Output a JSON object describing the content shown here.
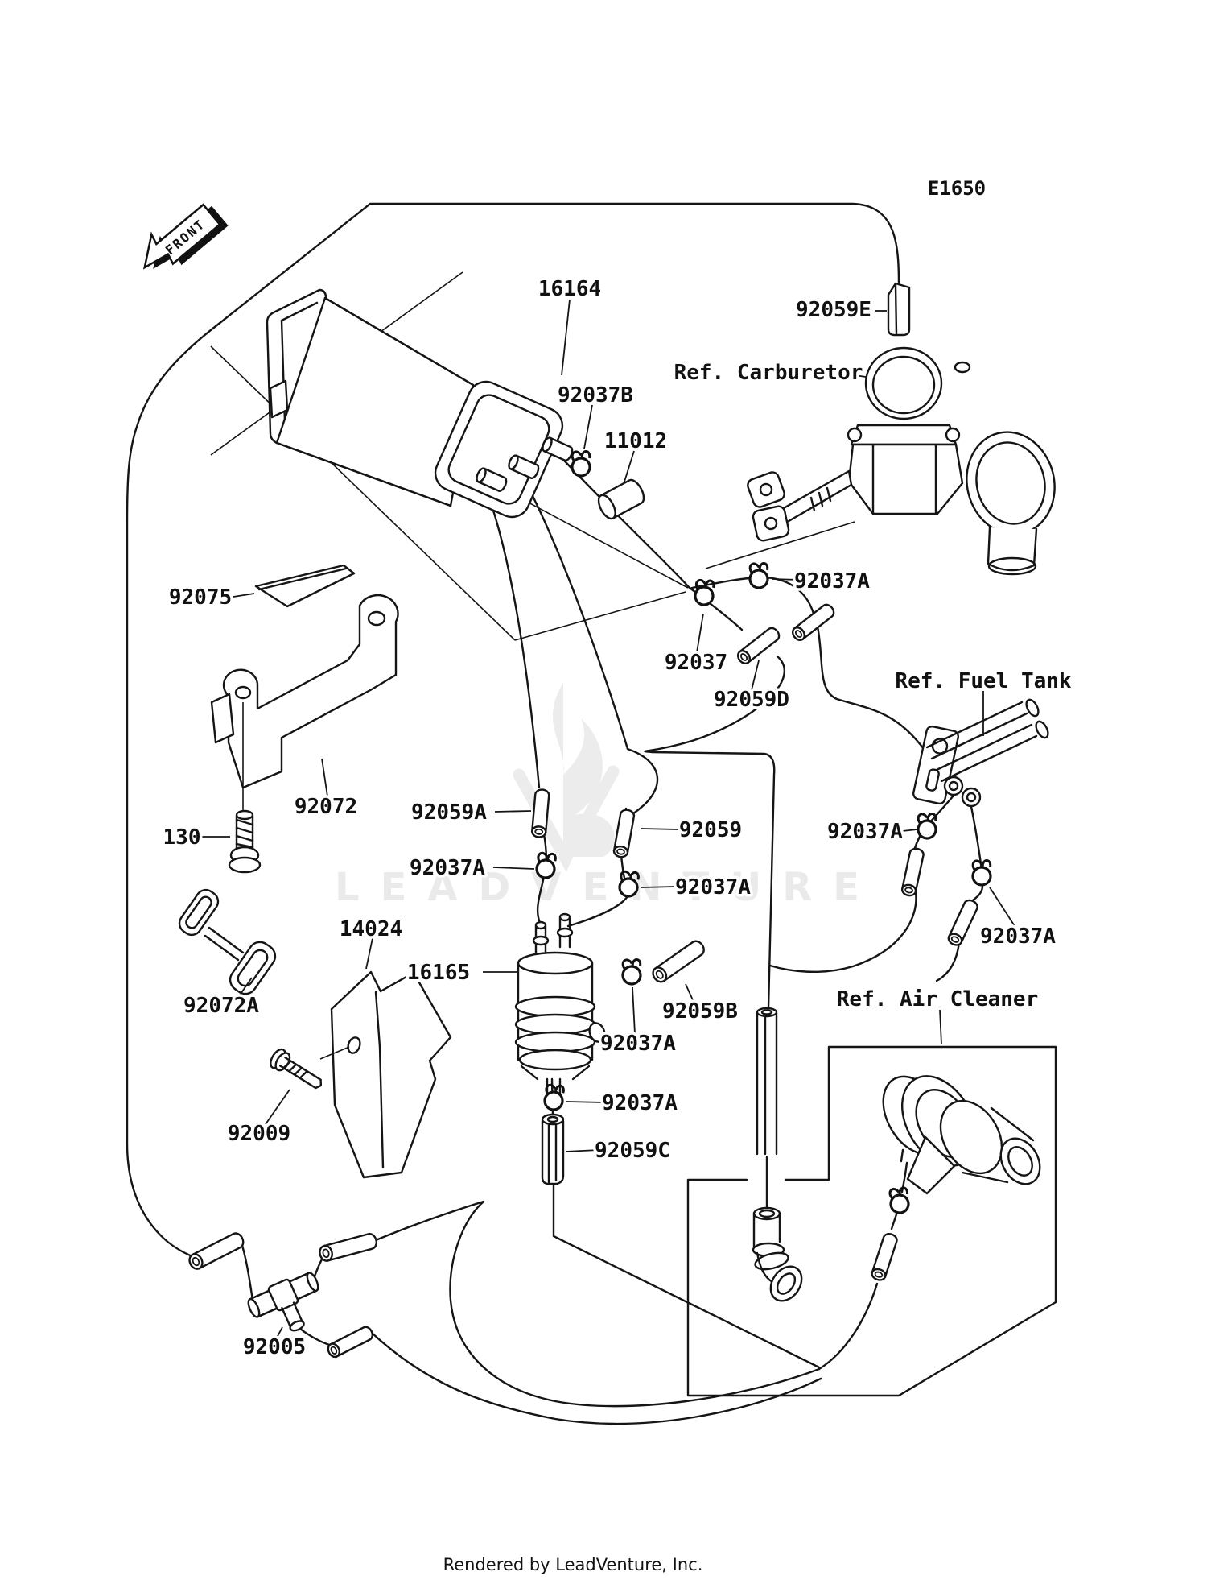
{
  "diagram_code": "E1650",
  "front_marker": "FRONT",
  "watermark": "LEADVENTURE",
  "footer": "Rendered by LeadVenture, Inc.",
  "references": {
    "carburetor": "Ref. Carburetor",
    "fuel_tank": "Ref. Fuel Tank",
    "air_cleaner": "Ref. Air Cleaner"
  },
  "callouts": {
    "c16164": "16164",
    "c92037B": "92037B",
    "c11012": "11012",
    "c92059E": "92059E",
    "c92037A_carb": "92037A",
    "c92037": "92037",
    "c92059D": "92059D",
    "c92075": "92075",
    "c92072": "92072",
    "c130": "130",
    "c92059A": "92059A",
    "c92059": "92059",
    "c92037A_tank_left": "92037A",
    "c92037A_filter_left": "92037A",
    "c92037A_filter_right": "92037A",
    "c92037A_tank_right": "92037A",
    "c14024": "14024",
    "c16165": "16165",
    "c92072A": "92072A",
    "c92059B": "92059B",
    "c92037A_filter_bottom": "92037A",
    "c92009": "92009",
    "c92037A_hose_bottom": "92037A",
    "c92059C": "92059C",
    "c92005": "92005"
  },
  "unique_parts": [
    "130",
    "11012",
    "14024",
    "16164",
    "16165",
    "92005",
    "92009",
    "92037",
    "92037A",
    "92037B",
    "92059",
    "92059A",
    "92059B",
    "92059C",
    "92059D",
    "92059E",
    "92072",
    "92072A",
    "92075"
  ]
}
